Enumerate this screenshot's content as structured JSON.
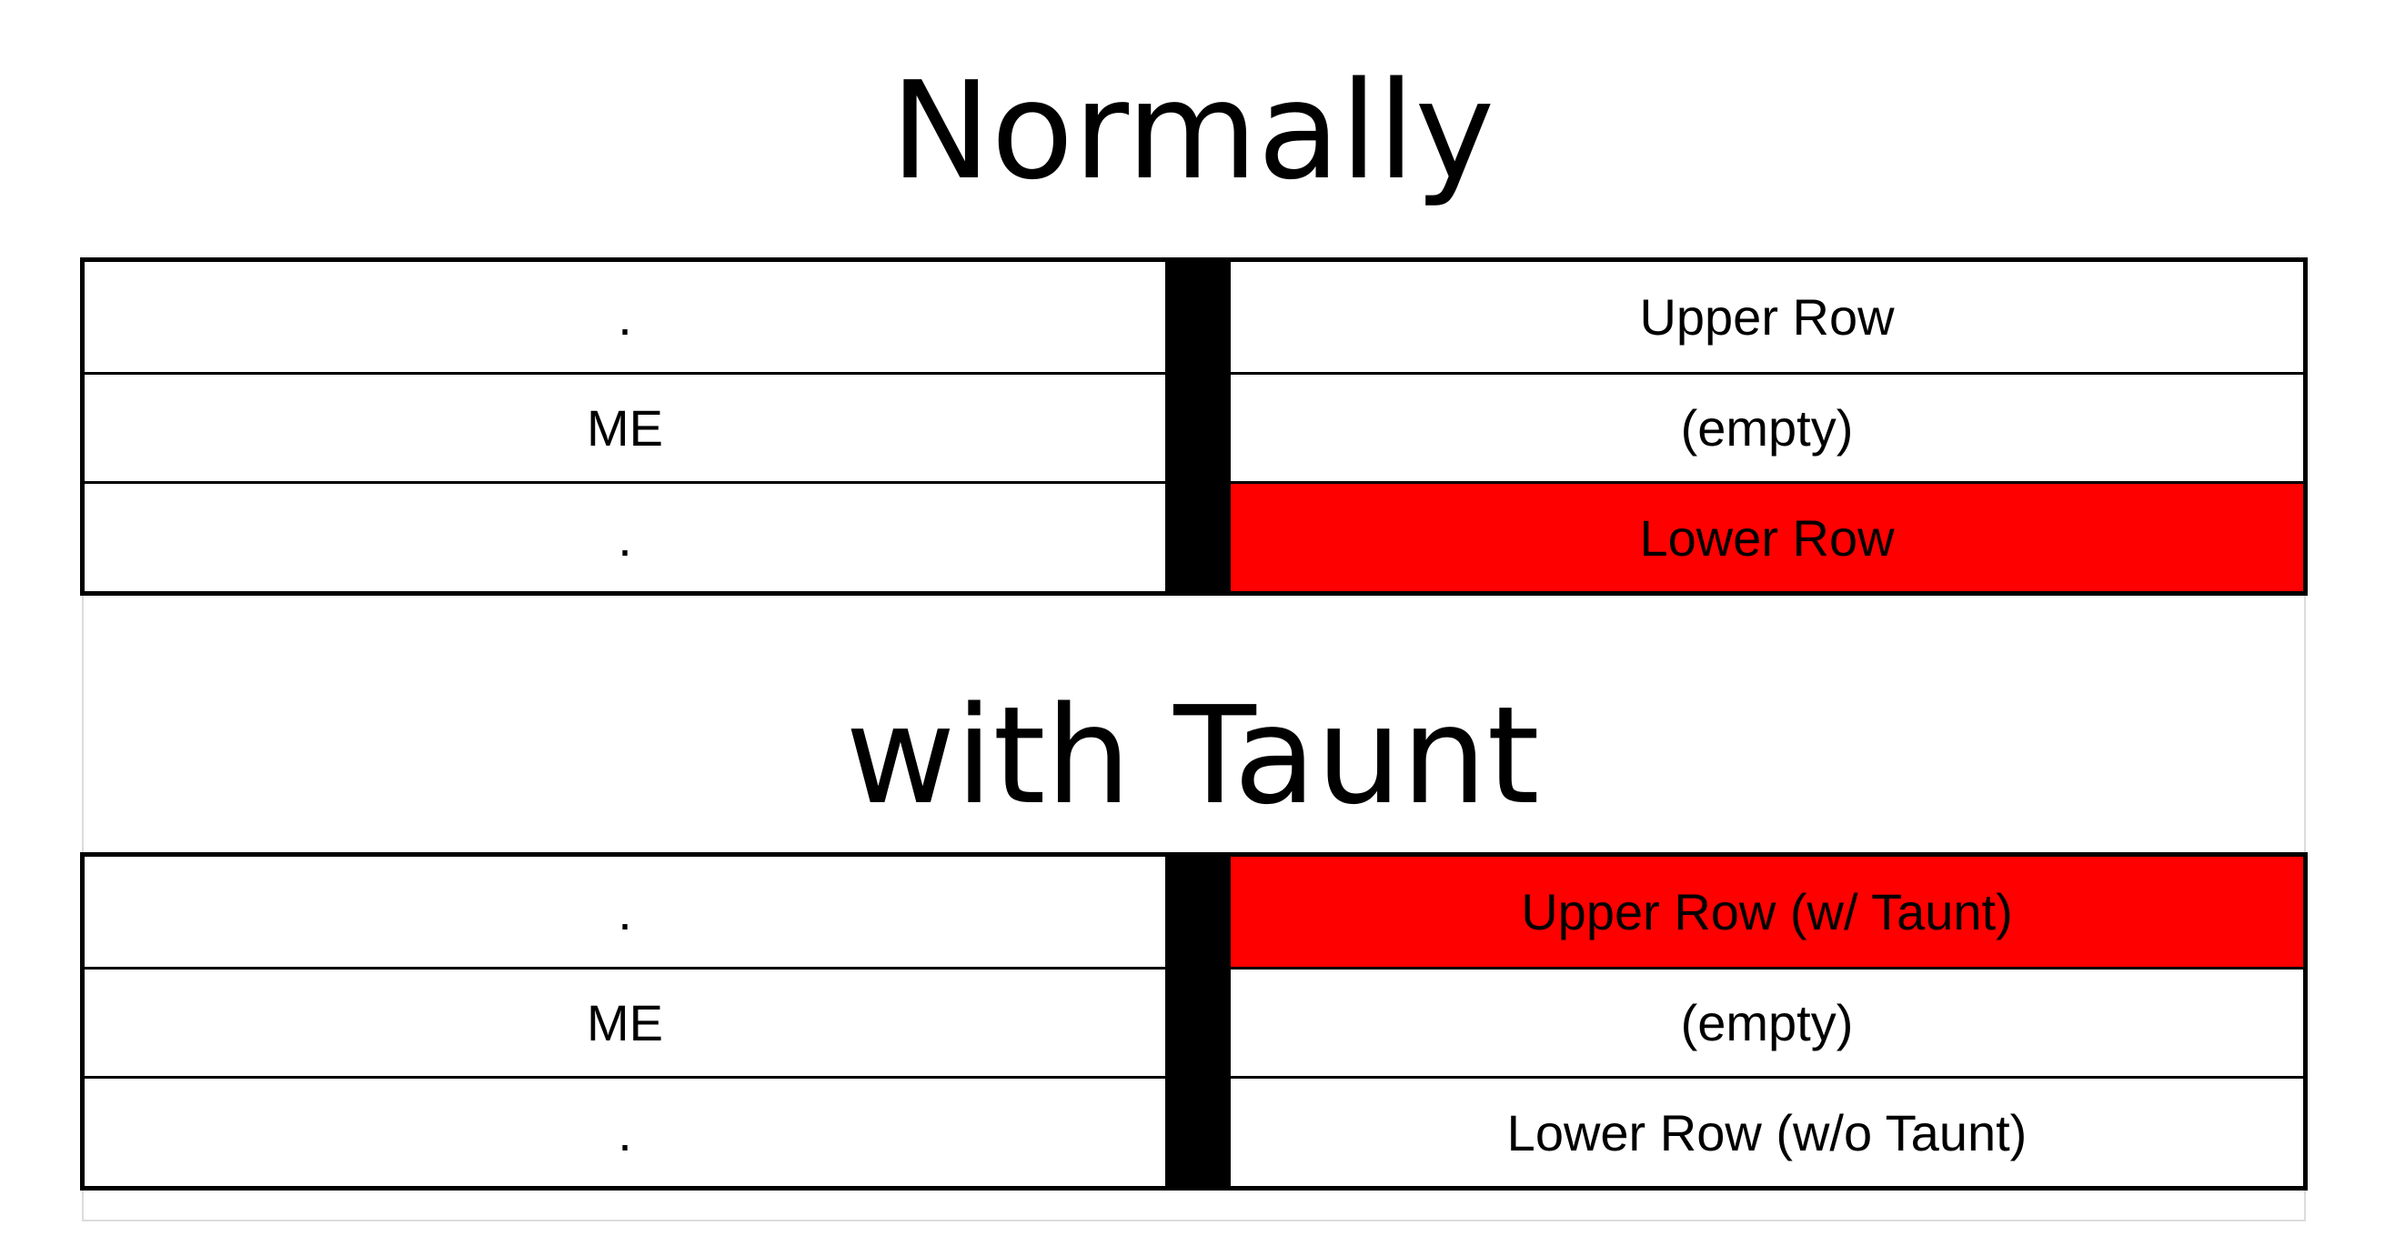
{
  "colors": {
    "highlight": "#ff0000",
    "divider": "#000000",
    "cell_background": "#ffffff"
  },
  "sections": [
    {
      "title": "Normally",
      "left": [
        ".",
        "ME",
        "."
      ],
      "right": [
        "Upper Row",
        "(empty)",
        "Lower Row"
      ],
      "highlighted_right_row": "Lower Row"
    },
    {
      "title": "with Taunt",
      "left": [
        ".",
        "ME",
        "."
      ],
      "right": [
        "Upper Row (w/ Taunt)",
        "(empty)",
        "Lower Row (w/o Taunt)"
      ],
      "highlighted_right_row": "Upper Row (w/ Taunt)"
    }
  ]
}
